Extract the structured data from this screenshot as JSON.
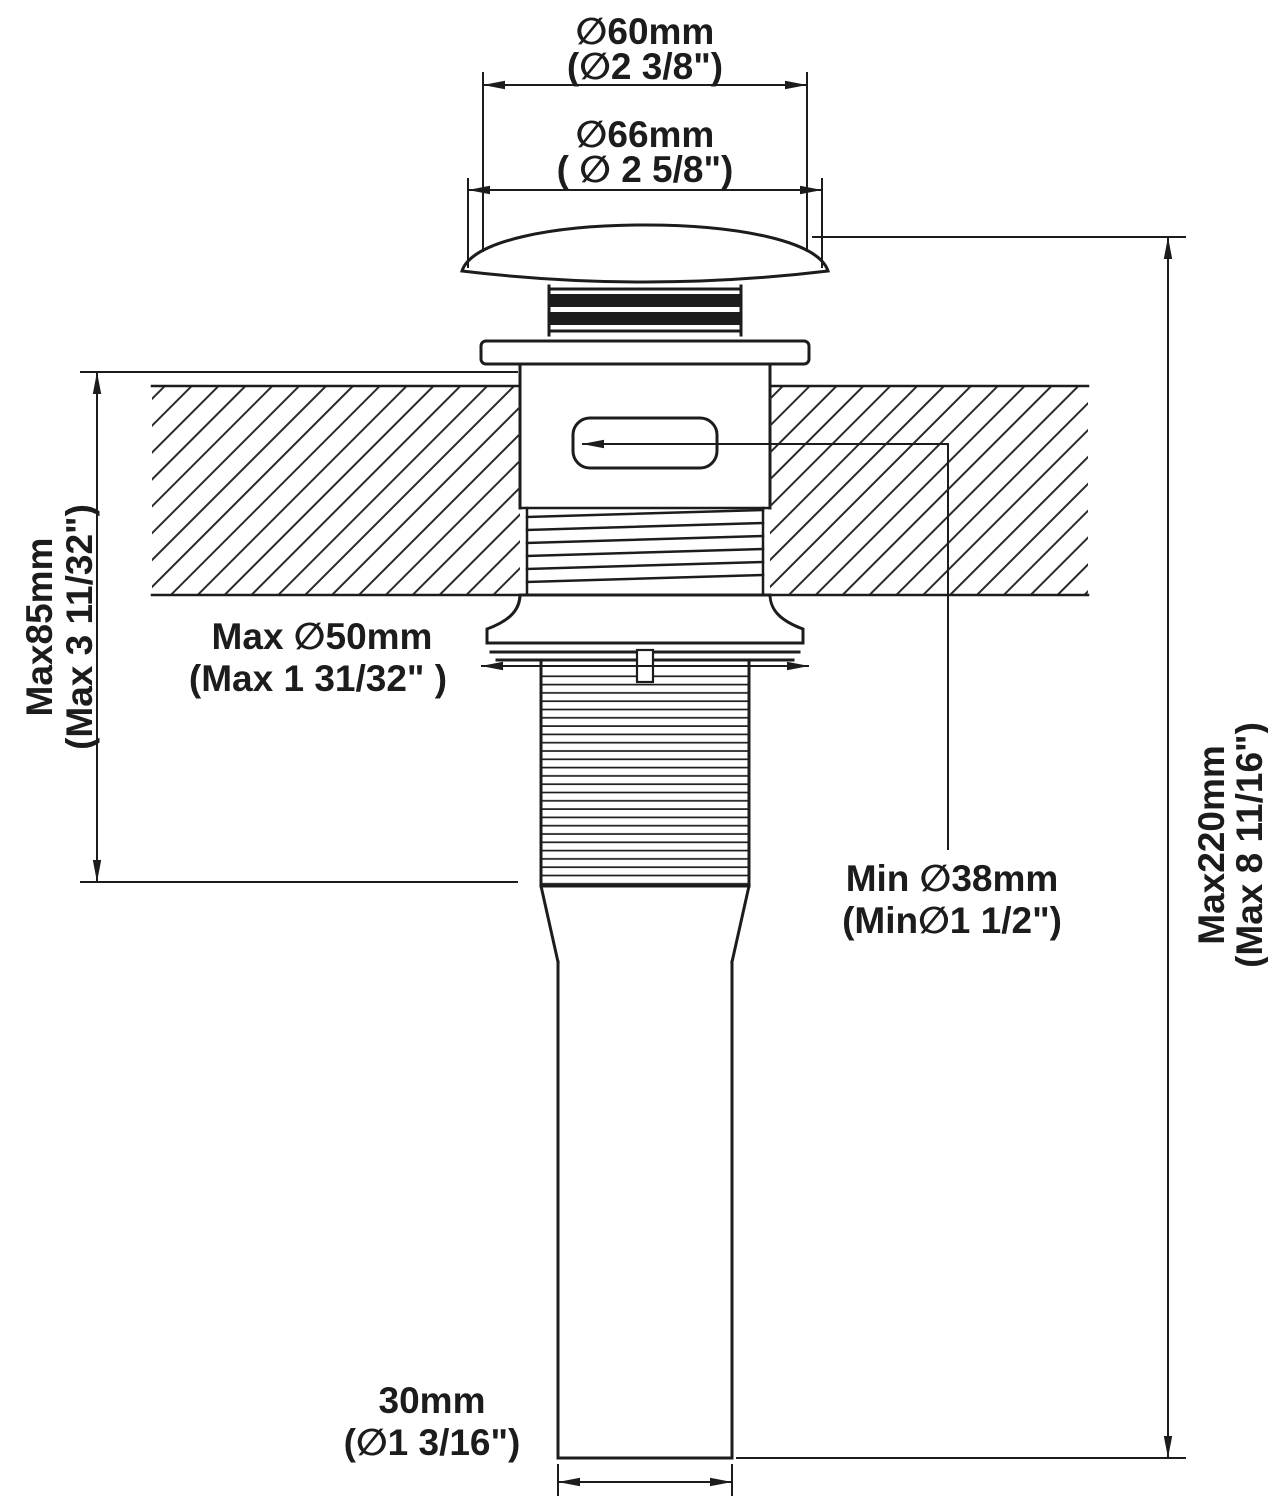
{
  "drawing": {
    "background": "#ffffff",
    "line_color": "#1c1c1c",
    "hatch_color": "#2b2b2b"
  },
  "dimensions": {
    "cap_top": {
      "metric": "∅60mm",
      "imperial": "(∅2 3/8\")"
    },
    "cap_outer": {
      "metric": "∅66mm",
      "imperial": "( ∅ 2 5/8\")"
    },
    "above_counter_height": {
      "metric": "Max85mm",
      "imperial": "(Max 3 11/32\")"
    },
    "locknut_max": {
      "metric": "Max ∅50mm",
      "imperial": "(Max 1 31/32\" )"
    },
    "drain_hole_min": {
      "metric": "Min ∅38mm",
      "imperial": "(Min∅1 1/2\")"
    },
    "total_height": {
      "metric": "Max220mm",
      "imperial": "(Max 8 11/16\")"
    },
    "tail_pipe": {
      "metric": "30mm",
      "imperial": "(∅1 3/16\")"
    }
  }
}
